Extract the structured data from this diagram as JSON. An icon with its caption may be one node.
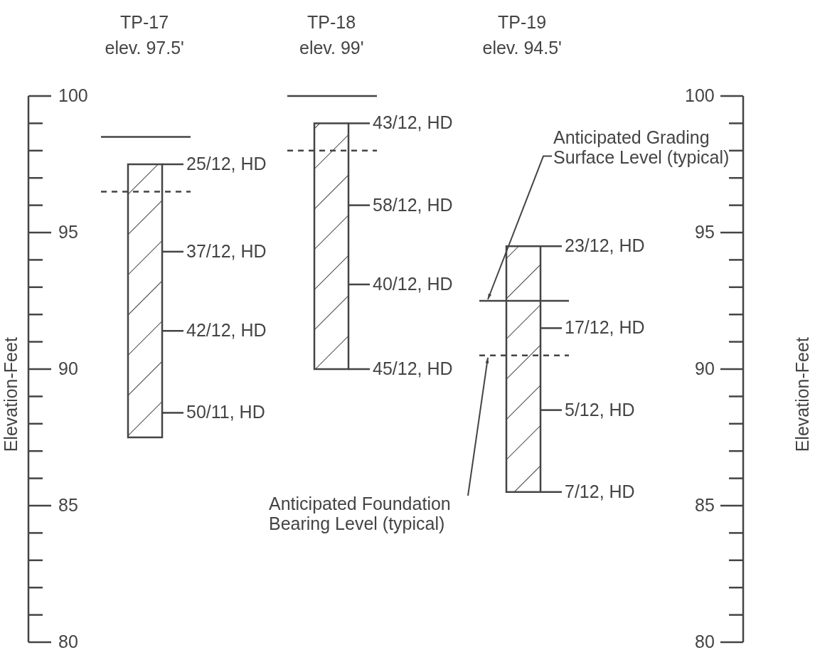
{
  "diagram": {
    "nodes": [
      {
        "text": [
          "Anticipated Grading Surface Level (typical)"
        ]
      },
      {
        "text": [],
        "shape": "bar"
      },
      {
        "text": [
          "Anticipated Foundation Bearing Level (typical)"
        ]
      },
      {
        "text": [],
        "shape": "bar"
      }
    ],
    "edges": [
      {
        "from": 0,
        "to": 1,
        "arrow": "to"
      },
      {
        "from": 2,
        "to": 3,
        "arrow": "to"
      }
    ],
    "labels": [
      "TP-17",
      "elev. 97.5'",
      "TP-18",
      "elev. 99'",
      "TP-19",
      "elev. 94.5'",
      "100",
      "95",
      "90",
      "85",
      "80",
      "Elevation-Feet",
      "25/12, HD",
      "37/12, HD",
      "42/12, HD",
      "50/11, HD",
      "43/12, HD",
      "58/12, HD",
      "40/12, HD",
      "45/12, HD",
      "23/12, HD",
      "17/12, HD",
      "5/12, HD",
      "7/12, HD",
      "100",
      "95",
      "90",
      "85",
      "80",
      "Elevation-Feet"
    ]
  }
}
